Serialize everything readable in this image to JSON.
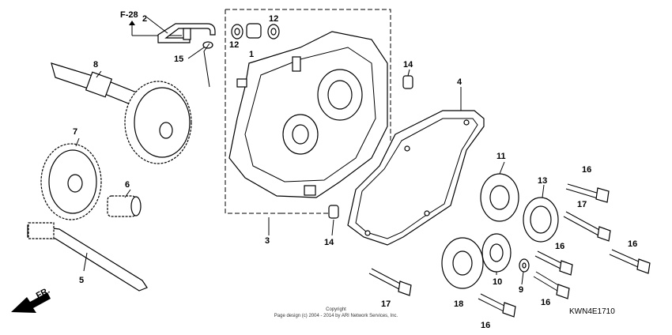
{
  "diagram": {
    "reference": "F-28",
    "direction_label": "FR.",
    "copyright_line1": "Copyright",
    "copyright_line2": "Page design (c) 2004 - 2014 by ARI Network Services, Inc.",
    "diagram_code": "KWN4E1710",
    "callouts": [
      "1",
      "2",
      "3",
      "4",
      "5",
      "6",
      "7",
      "8",
      "9",
      "10",
      "11",
      "12",
      "12",
      "13",
      "14",
      "14",
      "15",
      "16",
      "16",
      "16",
      "16",
      "16",
      "17",
      "17",
      "18"
    ]
  }
}
